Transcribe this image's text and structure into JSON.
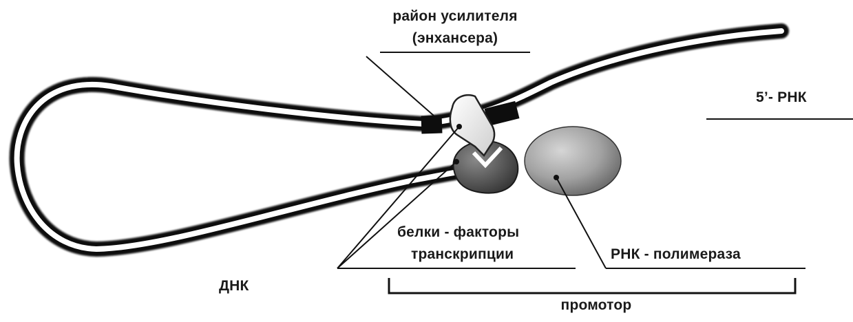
{
  "labels": {
    "enhancer_line1": "район усилителя",
    "enhancer_line2": "(энхансера)",
    "rna5": "5’- РНК",
    "tf_line1": "белки - факторы",
    "tf_line2": "транскрипции",
    "rnap": "РНК - полимераза",
    "dna": "ДНК",
    "promoter": "промотор"
  },
  "colors": {
    "strand_outer": "#111111",
    "strand_core": "#ffffff",
    "protein_light": "#ededed",
    "protein_dark": "#4a4a4a",
    "polymerase": "#8f8f8f"
  }
}
